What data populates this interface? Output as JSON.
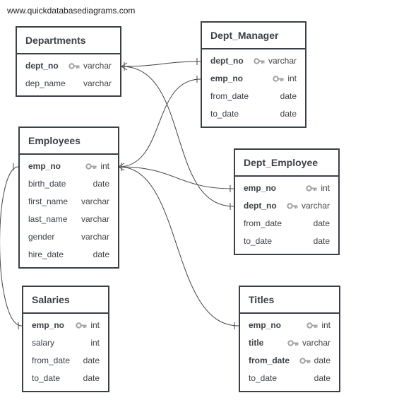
{
  "watermark": "www.quickdatabasediagrams.com",
  "tables": {
    "departments": {
      "title": "Departments",
      "fields": [
        {
          "name": "dept_no",
          "type": "varchar",
          "key": true
        },
        {
          "name": "dep_name",
          "type": "varchar",
          "key": false
        }
      ]
    },
    "dept_manager": {
      "title": "Dept_Manager",
      "fields": [
        {
          "name": "dept_no",
          "type": "varchar",
          "key": true
        },
        {
          "name": "emp_no",
          "type": "int",
          "key": true
        },
        {
          "name": "from_date",
          "type": "date",
          "key": false
        },
        {
          "name": "to_date",
          "type": "date",
          "key": false
        }
      ]
    },
    "employees": {
      "title": "Employees",
      "fields": [
        {
          "name": "emp_no",
          "type": "int",
          "key": true
        },
        {
          "name": "birth_date",
          "type": "date",
          "key": false
        },
        {
          "name": "first_name",
          "type": "varchar",
          "key": false
        },
        {
          "name": "last_name",
          "type": "varchar",
          "key": false
        },
        {
          "name": "gender",
          "type": "varchar",
          "key": false
        },
        {
          "name": "hire_date",
          "type": "date",
          "key": false
        }
      ]
    },
    "dept_employee": {
      "title": "Dept_Employee",
      "fields": [
        {
          "name": "emp_no",
          "type": "int",
          "key": true
        },
        {
          "name": "dept_no",
          "type": "varchar",
          "key": true
        },
        {
          "name": "from_date",
          "type": "date",
          "key": false
        },
        {
          "name": "to_date",
          "type": "date",
          "key": false
        }
      ]
    },
    "salaries": {
      "title": "Salaries",
      "fields": [
        {
          "name": "emp_no",
          "type": "int",
          "key": true
        },
        {
          "name": "salary",
          "type": "int",
          "key": false
        },
        {
          "name": "from_date",
          "type": "date",
          "key": false
        },
        {
          "name": "to_date",
          "type": "date",
          "key": false
        }
      ]
    },
    "titles": {
      "title": "Titles",
      "fields": [
        {
          "name": "emp_no",
          "type": "int",
          "key": true
        },
        {
          "name": "title",
          "type": "varchar",
          "key": true
        },
        {
          "name": "from_date",
          "type": "date",
          "key": true
        },
        {
          "name": "to_date",
          "type": "date",
          "key": false
        }
      ]
    }
  },
  "colors": {
    "border": "#3b4048",
    "link": "#444444",
    "key_icon": "#a3a3a3"
  }
}
